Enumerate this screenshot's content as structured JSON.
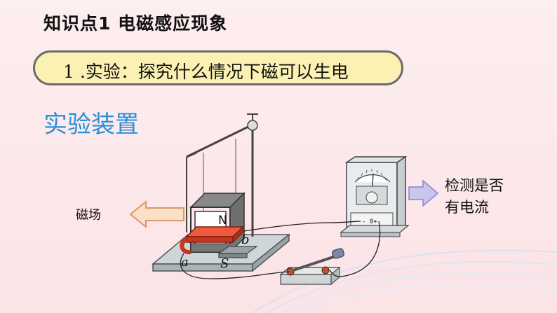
{
  "title": "知识点1  电磁感应现象",
  "subtitle": "1 .实验：探究什么情况下磁可以生电",
  "section_heading": "实验装置",
  "magnetic_field_label": "磁场",
  "detect_label_line1": "检测是否",
  "detect_label_line2": "有电流",
  "magnet_n_label": "N",
  "magnet_s_label": "S",
  "wire_end_a": "a",
  "wire_end_b": "b",
  "meter_terminals": "- 0+",
  "colors": {
    "accent_blue": "#2a8fd8",
    "pill_fill": "#fbf1b3",
    "arrow_fill": "#fbe0c8",
    "arrow_stroke": "#d99868",
    "conductor_red": "#e0442c",
    "right_arrow_fill": "#c8c6ec"
  }
}
